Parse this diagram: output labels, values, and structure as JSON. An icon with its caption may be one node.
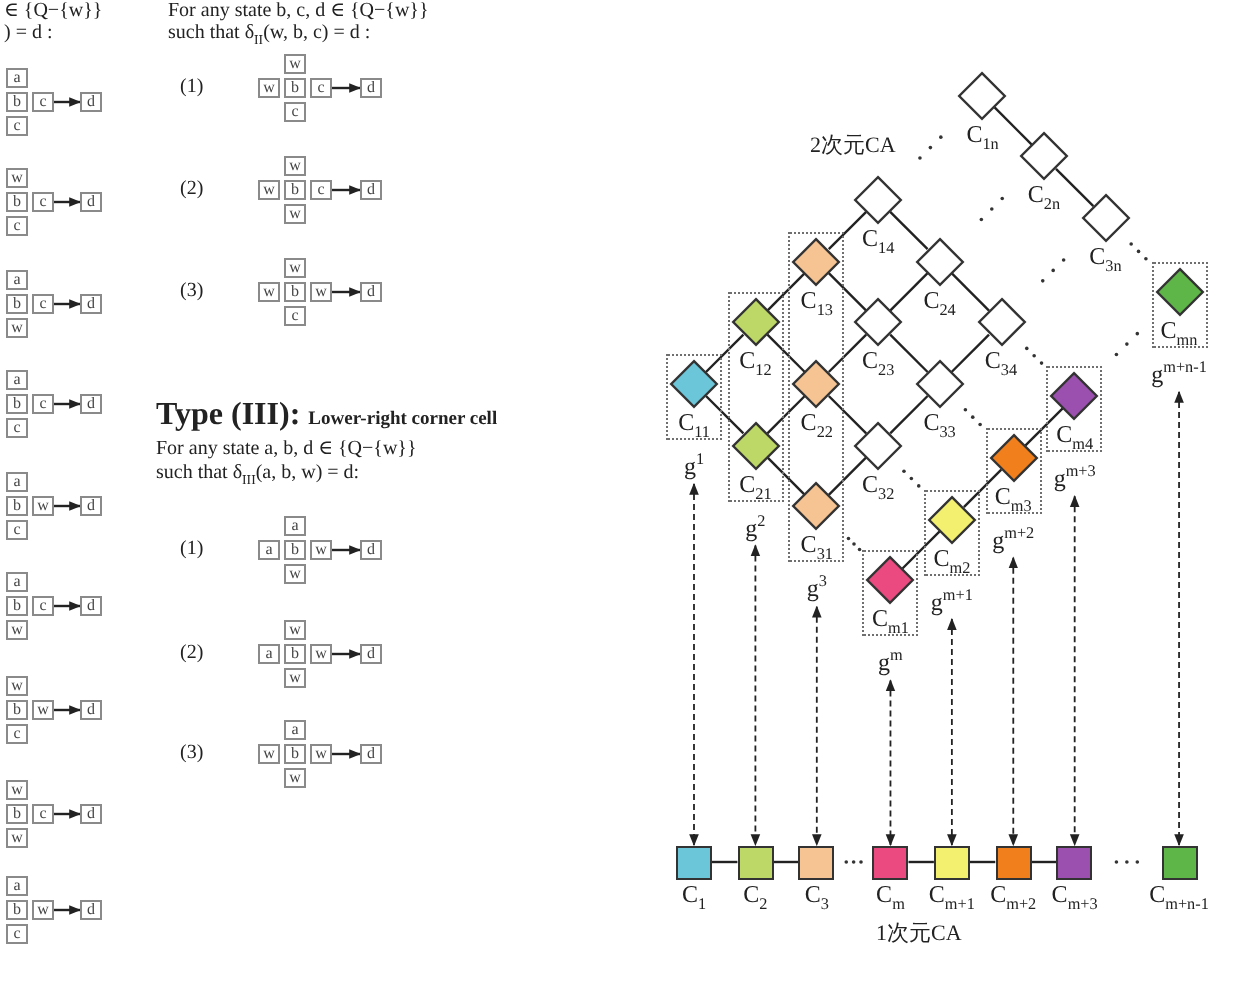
{
  "diagram": {
    "nodes": [
      {
        "text": [
          "a"
        ]
      },
      {
        "text": [
          "b"
        ]
      },
      {
        "text": [
          "c"
        ]
      },
      {
        "text": [
          "d"
        ]
      },
      {
        "text": [
          "c"
        ]
      },
      {
        "text": [
          "w"
        ]
      },
      {
        "text": [
          "b"
        ]
      },
      {
        "text": [
          "c"
        ]
      },
      {
        "text": [
          "d"
        ]
      },
      {
        "text": [
          "c"
        ]
      },
      {
        "text": [
          "a"
        ]
      },
      {
        "text": [
          "b"
        ]
      },
      {
        "text": [
          "c"
        ]
      },
      {
        "text": [
          "d"
        ]
      },
      {
        "text": [
          "w"
        ]
      },
      {
        "text": [
          "a"
        ]
      },
      {
        "text": [
          "b"
        ]
      },
      {
        "text": [
          "c"
        ]
      },
      {
        "text": [
          "d"
        ]
      },
      {
        "text": [
          "c"
        ]
      },
      {
        "text": [
          "a"
        ]
      },
      {
        "text": [
          "b"
        ]
      },
      {
        "text": [
          "w"
        ]
      },
      {
        "text": [
          "d"
        ]
      },
      {
        "text": [
          "c"
        ]
      },
      {
        "text": [
          "a"
        ]
      },
      {
        "text": [
          "b"
        ]
      },
      {
        "text": [
          "c"
        ]
      },
      {
        "text": [
          "d"
        ]
      },
      {
        "text": [
          "w"
        ]
      },
      {
        "text": [
          "w"
        ]
      },
      {
        "text": [
          "b"
        ]
      },
      {
        "text": [
          "w"
        ]
      },
      {
        "text": [
          "d"
        ]
      },
      {
        "text": [
          "c"
        ]
      },
      {
        "text": [
          "w"
        ]
      },
      {
        "text": [
          "b"
        ]
      },
      {
        "text": [
          "c"
        ]
      },
      {
        "text": [
          "d"
        ]
      },
      {
        "text": [
          "w"
        ]
      },
      {
        "text": [
          "a"
        ]
      },
      {
        "text": [
          "b"
        ]
      },
      {
        "text": [
          "w"
        ]
      },
      {
        "text": [
          "d"
        ]
      },
      {
        "text": [
          "c"
        ]
      },
      {
        "text": [
          "w"
        ]
      },
      {
        "text": [
          "w"
        ]
      },
      {
        "text": [
          "b"
        ]
      },
      {
        "text": [
          "c"
        ]
      },
      {
        "text": [
          "d"
        ]
      },
      {
        "text": [
          "c"
        ]
      },
      {
        "text": [
          "w"
        ]
      },
      {
        "text": [
          "w"
        ]
      },
      {
        "text": [
          "b"
        ]
      },
      {
        "text": [
          "c"
        ]
      },
      {
        "text": [
          "d"
        ]
      },
      {
        "text": [
          "w"
        ]
      },
      {
        "text": [
          "w"
        ]
      },
      {
        "text": [
          "w"
        ]
      },
      {
        "text": [
          "b"
        ]
      },
      {
        "text": [
          "w"
        ]
      },
      {
        "text": [
          "d"
        ]
      },
      {
        "text": [
          "c"
        ]
      },
      {
        "text": [
          "a"
        ]
      },
      {
        "text": [
          "a"
        ]
      },
      {
        "text": [
          "b"
        ]
      },
      {
        "text": [
          "w"
        ]
      },
      {
        "text": [
          "d"
        ]
      },
      {
        "text": [
          "w"
        ]
      },
      {
        "text": [
          "w"
        ]
      },
      {
        "text": [
          "a"
        ]
      },
      {
        "text": [
          "b"
        ]
      },
      {
        "text": [
          "w"
        ]
      },
      {
        "text": [
          "d"
        ]
      },
      {
        "text": [
          "w"
        ]
      },
      {
        "text": [
          "a"
        ]
      },
      {
        "text": [
          "w"
        ]
      },
      {
        "text": [
          "b"
        ]
      },
      {
        "text": [
          "w"
        ]
      },
      {
        "text": [
          "d"
        ]
      },
      {
        "text": [
          "w"
        ]
      },
      {
        "text": [],
        "shape": "diamond",
        "beside": [
          "C$_{1n}$"
        ]
      },
      {
        "text": [],
        "shape": "diamond",
        "beside": [
          "C$_{2n}$"
        ]
      },
      {
        "text": [],
        "shape": "diamond",
        "beside": [
          "C$_{3n}$"
        ]
      },
      {
        "text": [],
        "shape": "diamond",
        "beside": [
          "C$_{14}$"
        ]
      },
      {
        "text": [],
        "shape": "diamond",
        "beside": [
          "C$_{24}$"
        ]
      },
      {
        "text": [],
        "shape": "diamond",
        "beside": [
          "C$_{23}$"
        ]
      },
      {
        "text": [],
        "shape": "diamond",
        "beside": [
          "C$_{34}$"
        ]
      },
      {
        "text": [],
        "shape": "diamond",
        "beside": [
          "C$_{33}$"
        ]
      },
      {
        "text": [],
        "shape": "diamond",
        "beside": [
          "C$_{32}$"
        ]
      },
      {
        "text": [
          "g$^{1}$"
        ]
      },
      {
        "text": [],
        "shape": "diamond",
        "beside": [
          "C$_{11}$"
        ],
        "in": 90
      },
      {
        "text": [
          "g$^{2}$"
        ]
      },
      {
        "text": [],
        "shape": "diamond",
        "beside": [
          "C$_{12}$"
        ],
        "in": 92
      },
      {
        "text": [],
        "shape": "diamond",
        "beside": [
          "C$_{21}$"
        ],
        "in": 92
      },
      {
        "text": [
          "g$^{3}$"
        ]
      },
      {
        "text": [],
        "shape": "diamond",
        "beside": [
          "C$_{13}$"
        ],
        "in": 95
      },
      {
        "text": [],
        "shape": "diamond",
        "beside": [
          "C$_{22}$"
        ],
        "in": 95
      },
      {
        "text": [],
        "shape": "diamond",
        "beside": [
          "C$_{31}$"
        ],
        "in": 95
      },
      {
        "text": [
          "g$^{m}$"
        ]
      },
      {
        "text": [],
        "shape": "diamond",
        "beside": [
          "C$_{m1}$"
        ],
        "in": 99
      },
      {
        "text": [
          "g$^{m+1}$"
        ]
      },
      {
        "text": [],
        "shape": "diamond",
        "beside": [
          "C$_{m2}$"
        ],
        "in": 101
      },
      {
        "text": [
          "g$^{m+2}$"
        ]
      },
      {
        "text": [],
        "shape": "diamond",
        "beside": [
          "C$_{m3}$"
        ],
        "in": 103
      },
      {
        "text": [
          "g$^{m+3}$"
        ]
      },
      {
        "text": [],
        "shape": "diamond",
        "beside": [
          "C$_{m4}$"
        ],
        "in": 105
      },
      {
        "text": [
          "g$^{m+n-1}$"
        ]
      },
      {
        "text": [],
        "shape": "diamond",
        "beside": [
          "C$_{mn}$"
        ],
        "in": 107
      },
      {
        "text": [],
        "shape": "box",
        "beside": [
          "C$_{1}$"
        ]
      },
      {
        "text": [],
        "shape": "box",
        "beside": [
          "C$_{2}$"
        ]
      },
      {
        "text": [],
        "shape": "box",
        "beside": [
          "C$_{3}$"
        ]
      },
      {
        "text": [],
        "shape": "box",
        "beside": [
          "C$_{m}$"
        ]
      },
      {
        "text": [],
        "shape": "box",
        "beside": [
          "C$_{m+1}$"
        ]
      },
      {
        "text": [],
        "shape": "box",
        "beside": [
          "C$_{m+2}$"
        ]
      },
      {
        "text": [],
        "shape": "box",
        "beside": [
          "C$_{m+3}$"
        ]
      },
      {
        "text": [],
        "shape": "box",
        "beside": [
          "C$_{m+n-1}$"
        ]
      }
    ],
    "edges": [
      {
        "from": 2,
        "to": 3,
        "arrow": "to"
      },
      {
        "from": 7,
        "to": 8,
        "arrow": "to"
      },
      {
        "from": 12,
        "to": 13,
        "arrow": "to"
      },
      {
        "from": 17,
        "to": 18,
        "arrow": "to"
      },
      {
        "from": 22,
        "to": 23,
        "arrow": "to"
      },
      {
        "from": 27,
        "to": 28,
        "arrow": "to"
      },
      {
        "from": 32,
        "to": 33,
        "arrow": "to"
      },
      {
        "from": 37,
        "to": 38,
        "arrow": "to"
      },
      {
        "from": 42,
        "to": 43,
        "arrow": "to"
      },
      {
        "from": 48,
        "to": 49,
        "arrow": "to"
      },
      {
        "from": 54,
        "to": 55,
        "arrow": "to"
      },
      {
        "from": 60,
        "to": 61,
        "arrow": "to"
      },
      {
        "from": 66,
        "to": 67,
        "arrow": "to"
      },
      {
        "from": 72,
        "to": 73,
        "arrow": "to"
      },
      {
        "from": 78,
        "to": 79,
        "arrow": "to"
      },
      {
        "from": 91,
        "to": 93,
        "arrow": "none"
      },
      {
        "from": 93,
        "to": 96,
        "arrow": "none"
      },
      {
        "from": 96,
        "to": 84,
        "arrow": "none"
      },
      {
        "from": 94,
        "to": 97,
        "arrow": "none"
      },
      {
        "from": 97,
        "to": 86,
        "arrow": "none"
      },
      {
        "from": 86,
        "to": 85,
        "arrow": "none"
      },
      {
        "from": 98,
        "to": 89,
        "arrow": "none"
      },
      {
        "from": 89,
        "to": 88,
        "arrow": "none"
      },
      {
        "from": 88,
        "to": 87,
        "arrow": "none"
      },
      {
        "from": 100,
        "to": 102,
        "arrow": "none"
      },
      {
        "from": 102,
        "to": 104,
        "arrow": "none"
      },
      {
        "from": 104,
        "to": 106,
        "arrow": "none"
      },
      {
        "from": 91,
        "to": 94,
        "arrow": "none"
      },
      {
        "from": 94,
        "to": 98,
        "arrow": "none"
      },
      {
        "from": 93,
        "to": 97,
        "arrow": "none"
      },
      {
        "from": 97,
        "to": 89,
        "arrow": "none"
      },
      {
        "from": 96,
        "to": 86,
        "arrow": "none"
      },
      {
        "from": 86,
        "to": 88,
        "arrow": "none"
      },
      {
        "from": 84,
        "to": 85,
        "arrow": "none"
      },
      {
        "from": 85,
        "to": 87,
        "arrow": "none"
      },
      {
        "from": 81,
        "to": 82,
        "arrow": "none"
      },
      {
        "from": 82,
        "to": 83,
        "arrow": "none"
      },
      {
        "from": 109,
        "to": 110,
        "arrow": "none"
      },
      {
        "from": 110,
        "to": 111,
        "arrow": "none"
      },
      {
        "from": 112,
        "to": 113,
        "arrow": "none"
      },
      {
        "from": 113,
        "to": 114,
        "arrow": "none"
      },
      {
        "from": 114,
        "to": 115,
        "arrow": "none"
      },
      {
        "from": 90,
        "to": 109,
        "arrow": "both",
        "style": "dashed"
      },
      {
        "from": 92,
        "to": 110,
        "arrow": "both",
        "style": "dashed"
      },
      {
        "from": 95,
        "to": 111,
        "arrow": "both",
        "style": "dashed"
      },
      {
        "from": 99,
        "to": 112,
        "arrow": "both",
        "style": "dashed"
      },
      {
        "from": 101,
        "to": 113,
        "arrow": "both",
        "style": "dashed"
      },
      {
        "from": 103,
        "to": 114,
        "arrow": "both",
        "style": "dashed"
      },
      {
        "from": 105,
        "to": 115,
        "arrow": "both",
        "style": "dashed"
      },
      {
        "from": 107,
        "to": 116,
        "arrow": "both",
        "style": "dashed"
      }
    ],
    "labels": [
      "∈ {Q−{w}}",
      ") = d :",
      "For any state b, c, d ∈ {Q−{w}}",
      "such that δ$_{II}$(w, b, c) = d :",
      "(1)",
      "(2)",
      "(3)",
      "Type (III):",
      "Lower-right corner cell",
      "For any state a, b, d ∈ {Q−{w}}",
      "such that δ$_{III}$(a, b, w) = d:",
      "(1)",
      "(2)",
      "(3)",
      "2次元CA",
      "1次元CA"
    ]
  }
}
